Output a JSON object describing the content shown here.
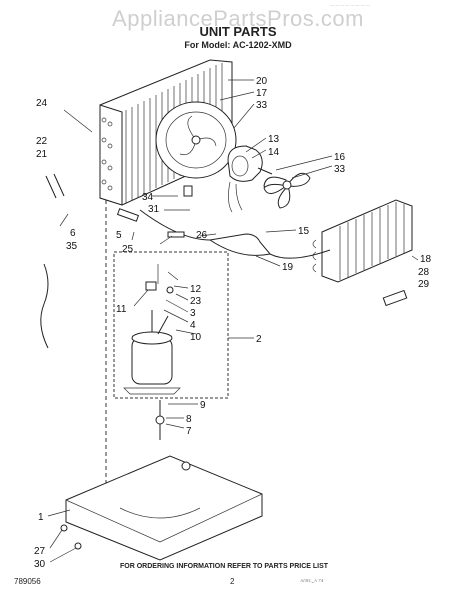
{
  "watermark": "AppliancePartsPros.com",
  "title": "UNIT PARTS",
  "subtitle": "For Model: AC-1202-XMD",
  "footer_note": "FOR ORDERING INFORMATION REFER TO PARTS PRICE LIST",
  "drawing_code": "789056",
  "page_number": "2",
  "scribble": "ᴬᴵᴹᴸ-ᴬ ⁷⁴",
  "tiny_header": "— — — — — — — —",
  "callouts": {
    "c20": "20",
    "c17": "17",
    "c33a": "33",
    "c24": "24",
    "c22": "22",
    "c21": "21",
    "c13": "13",
    "c14": "14",
    "c16": "16",
    "c33b": "33",
    "c34": "34",
    "c31": "31",
    "c6": "6",
    "c35": "35",
    "c5": "5",
    "c25": "25",
    "c26": "26",
    "c15": "15",
    "c19": "19",
    "c18": "18",
    "c28": "28",
    "c29": "29",
    "c12": "12",
    "c23": "23",
    "c11": "11",
    "c3": "3",
    "c4": "4",
    "c10": "10",
    "c2": "2",
    "c9": "9",
    "c8": "8",
    "c7": "7",
    "c1": "1",
    "c27": "27",
    "c30": "30"
  }
}
